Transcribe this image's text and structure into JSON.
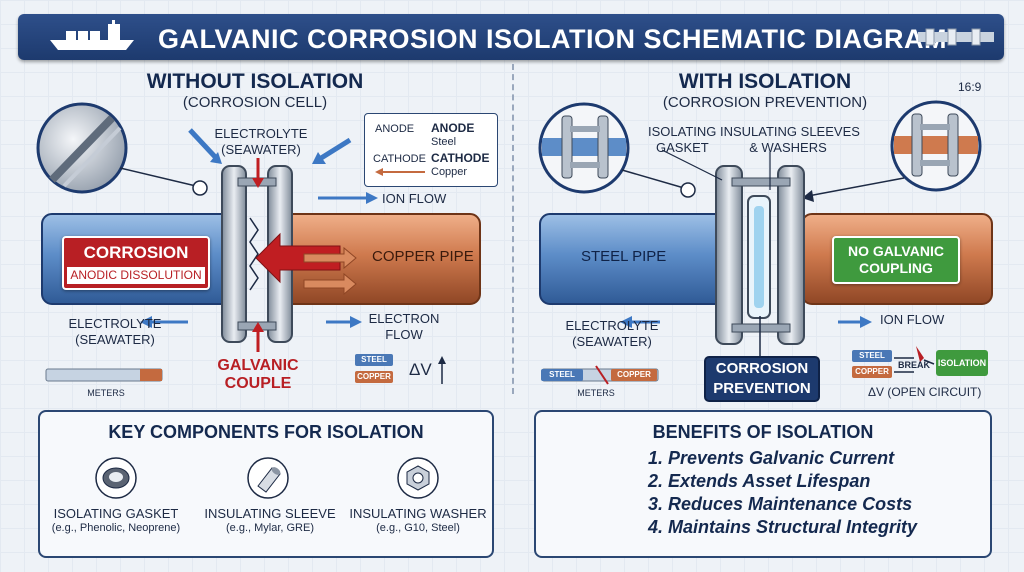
{
  "title": "GALVANIC CORROSION ISOLATION SCHEMATIC DIAGRAM",
  "aspect_label": "16:9",
  "left": {
    "heading": "WITHOUT ISOLATION",
    "subheading": "(CORROSION CELL)",
    "electrolyte_top": [
      "ELECTROLYTE",
      "(SEAWATER)"
    ],
    "legend": {
      "anode_key": "ANODE",
      "cathode_key": "CATHODE",
      "anode_title": "ANODE",
      "anode_material": "Steel",
      "cathode_title": "CATHODE",
      "cathode_material": "Copper"
    },
    "ion_flow": "ION FLOW",
    "corrosion_badge": "CORROSION",
    "corrosion_sub": "ANODIC DISSOLUTION",
    "copper_pipe": "COPPER PIPE",
    "electrolyte_bottom": [
      "ELECTROLYTE",
      "(SEAWATER)"
    ],
    "electron_flow": [
      "ELECTRON",
      "FLOW"
    ],
    "galvanic_couple": [
      "GALVANIC",
      "COUPLE"
    ],
    "meters": "METERS",
    "chip_steel": "STEEL",
    "chip_copper": "COPPER",
    "delta_v": "ΔV"
  },
  "right": {
    "heading": "WITH ISOLATION",
    "subheading": "(CORROSION PREVENTION)",
    "isolating_gasket": [
      "ISOLATING",
      "GASKET"
    ],
    "insulating_sleeves": [
      "INSULATING SLEEVES",
      "& WASHERS"
    ],
    "steel_pipe": "STEEL PIPE",
    "no_galvanic": [
      "NO GALVANIC",
      "COUPLING"
    ],
    "electrolyte": [
      "ELECTROLYTE",
      "(SEAWATER)"
    ],
    "ion_flow": "ION FLOW",
    "corrosion_prevention": [
      "CORROSION",
      "PREVENTION"
    ],
    "chip_steel": "STEEL",
    "chip_copper": "COPPER",
    "meters": "METERS",
    "break": "BREAK",
    "isolation_tag": "ISOLATION",
    "delta_v_open": "ΔV (OPEN CIRCUIT)"
  },
  "components": {
    "heading": "KEY COMPONENTS FOR ISOLATION",
    "items": [
      {
        "name": "ISOLATING GASKET",
        "desc": "(e.g., Phenolic, Neoprene)",
        "icon": "gasket-icon"
      },
      {
        "name": "INSULATING SLEEVE",
        "desc": "(e.g., Mylar, GRE)",
        "icon": "sleeve-icon"
      },
      {
        "name": "INSULATING WASHER",
        "desc": "(e.g., G10, Steel)",
        "icon": "washer-icon"
      }
    ]
  },
  "benefits": {
    "heading": "BENEFITS OF ISOLATION",
    "items": [
      "1. Prevents Galvanic Current",
      "2. Extends Asset Lifespan",
      "3. Reduces Maintenance Costs",
      "4. Maintains Structural Integrity"
    ]
  },
  "colors": {
    "navy": "#1d3a6e",
    "steel_blue": "#4a78b6",
    "copper": "#c46a3f",
    "corrosion_red": "#b81f24",
    "isolation_green": "#3f9a3e"
  }
}
